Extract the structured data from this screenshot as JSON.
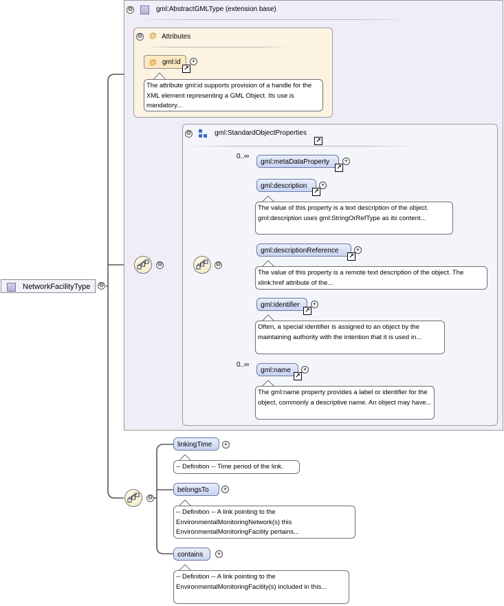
{
  "root": {
    "label": "NetworkFacilityType"
  },
  "extension": {
    "title": "gml:AbstractGMLType (extension base)"
  },
  "attributes": {
    "title": "Attributes",
    "items": [
      {
        "name": "gml:id",
        "doc": "The attribute gml:id supports provision of a handle for the XML element representing a GML Object. Its use is mandatory..."
      }
    ]
  },
  "group": {
    "title": "gml:StandardObjectProperties"
  },
  "group_elements": [
    {
      "name": "gml:metaDataProperty",
      "occurs": "0..∞",
      "doc": ""
    },
    {
      "name": "gml:description",
      "occurs": "",
      "doc": "The value of this property is a text description of the object. gml:description uses gml:StringOrRefType as its content..."
    },
    {
      "name": "gml:descriptionReference",
      "occurs": "",
      "doc": "The value of this property is a remote text description of the object. The xlink:href attribute of the..."
    },
    {
      "name": "gml:identifier",
      "occurs": "",
      "doc": "Often, a special identifier is assigned to an object by the maintaining authority with the intention that it is used in..."
    },
    {
      "name": "gml:name",
      "occurs": "0..∞",
      "doc": "The gml:name property provides a label or identifier for the object, commonly a descriptive name. An object may have..."
    }
  ],
  "local_elements": [
    {
      "name": "linkingTime",
      "doc": "-- Definition -- Time period of the link."
    },
    {
      "name": "belongsTo",
      "doc": "-- Definition -- A link pointing to the EnvironmentalMonitoringNetwork(s) this EnvironmentalMonitoringFacility pertains..."
    },
    {
      "name": "contains",
      "doc": "-- Definition -- A link pointing to the EnvironmentalMonitoringFacility(s) included in this..."
    }
  ],
  "symbols": {
    "collapse": "⊖",
    "expand": "+",
    "ref_arrow": "↗",
    "attr_marker": "@"
  },
  "colors": {
    "extension_bg": "#efedf7",
    "attributes_bg": "#fdf3e3",
    "group_bg": "#f3f5fb",
    "element_fill": "#c8d5f0",
    "attribute_fill": "#fde8c3"
  }
}
